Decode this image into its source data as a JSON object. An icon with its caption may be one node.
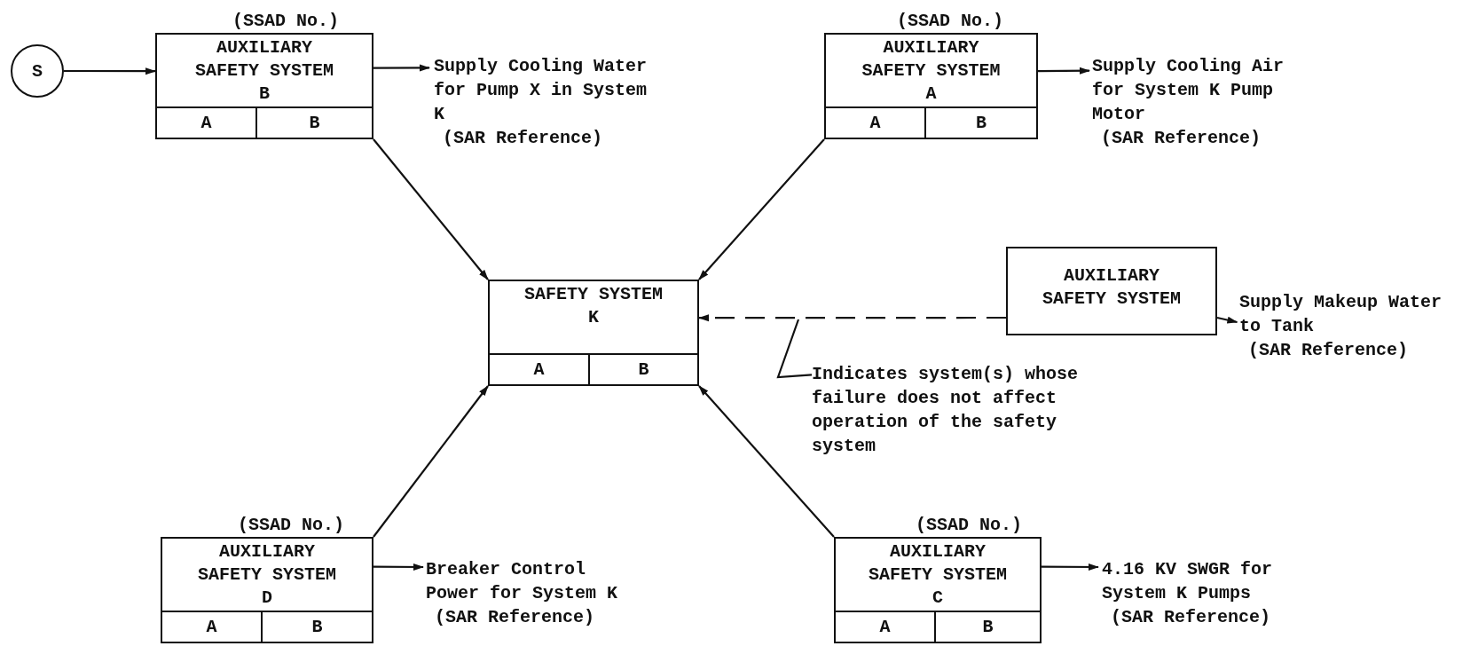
{
  "diagram": {
    "nodes": [
      {
        "text": [
          "S"
        ]
      },
      {
        "text": [
          "(SSAD No.)",
          "AUXILIARY SAFETY SYSTEM B"
        ]
      },
      {
        "text": [
          "A"
        ],
        "in": 1
      },
      {
        "text": [
          "B"
        ],
        "in": 1
      },
      {
        "text": [
          "Supply Cooling Water for Pump X in System K",
          "(SAR Reference)"
        ]
      },
      {
        "text": [
          "(SSAD No.)",
          "AUXILIARY SAFETY SYSTEM A"
        ]
      },
      {
        "text": [
          "A"
        ],
        "in": 5
      },
      {
        "text": [
          "B"
        ],
        "in": 5
      },
      {
        "text": [
          "Supply Cooling Air for System K Pump Motor",
          "(SAR Reference)"
        ]
      },
      {
        "text": [
          "SAFETY SYSTEM K"
        ]
      },
      {
        "text": [
          "A"
        ],
        "in": 9
      },
      {
        "text": [
          "B"
        ],
        "in": 9
      },
      {
        "text": [
          "AUXILIARY SAFETY SYSTEM"
        ]
      },
      {
        "text": [
          "Supply Makeup Water to Tank",
          "(SAR Reference)"
        ]
      },
      {
        "text": [
          "Indicates system(s) whose failure does not affect operation of the safety system"
        ]
      },
      {
        "text": [
          "(SSAD No.)",
          "AUXILIARY SAFETY SYSTEM D"
        ]
      },
      {
        "text": [
          "A"
        ],
        "in": 15
      },
      {
        "text": [
          "B"
        ],
        "in": 15
      },
      {
        "text": [
          "Breaker Control Power for System K",
          "(SAR Reference)"
        ]
      },
      {
        "text": [
          "(SSAD No.)",
          "AUXILIARY SAFETY SYSTEM C"
        ]
      },
      {
        "text": [
          "A"
        ],
        "in": 19
      },
      {
        "text": [
          "B"
        ],
        "in": 19
      },
      {
        "text": [
          "4.16 KV SWGR for System K Pumps",
          "(SAR Reference)"
        ]
      }
    ],
    "edges": [
      {
        "from": 0,
        "to": 1,
        "arrow": "to"
      },
      {
        "from": 1,
        "to": 4,
        "arrow": "to"
      },
      {
        "from": 1,
        "to": 9,
        "arrow": "to"
      },
      {
        "from": 5,
        "to": 8,
        "arrow": "to"
      },
      {
        "from": 5,
        "to": 9,
        "arrow": "to"
      },
      {
        "from": 12,
        "to": 9,
        "arrow": "to",
        "style": "dashed"
      },
      {
        "from": 12,
        "to": 13,
        "arrow": "to"
      },
      {
        "from": 14,
        "to": null,
        "arrow": "none"
      },
      {
        "from": 15,
        "to": 9,
        "arrow": "to"
      },
      {
        "from": 15,
        "to": 18,
        "arrow": "to"
      },
      {
        "from": 19,
        "to": 9,
        "arrow": "to"
      },
      {
        "from": 19,
        "to": 22,
        "arrow": "to"
      }
    ]
  }
}
